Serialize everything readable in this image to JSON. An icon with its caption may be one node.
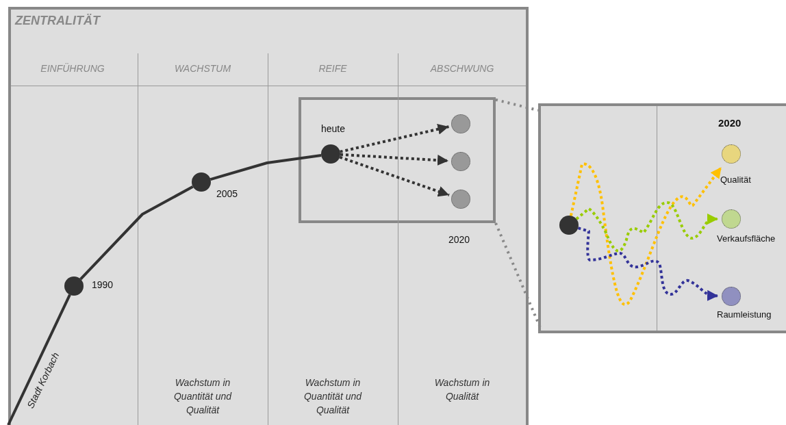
{
  "diagram": {
    "nodes": [
      {
        "text": [
          "ZENTRALITÄT"
        ]
      },
      {
        "text": [],
        "shape": "circle",
        "beside": [
          "1990"
        ],
        "in": 0
      },
      {
        "text": [],
        "shape": "circle",
        "beside": [
          "2005"
        ],
        "in": 0
      },
      {
        "text": [],
        "shape": "box",
        "beside": [
          "2020"
        ],
        "in": 0
      },
      {
        "text": [],
        "shape": "circle",
        "beside": [
          "heute"
        ],
        "in": 3
      },
      {
        "text": [],
        "shape": "circle",
        "in": 3
      },
      {
        "text": [],
        "shape": "circle",
        "in": 3
      },
      {
        "text": [],
        "shape": "circle",
        "in": 3
      },
      {
        "text": [
          "2020"
        ]
      },
      {
        "text": [],
        "shape": "circle",
        "in": 8
      },
      {
        "text": [],
        "shape": "circle",
        "beside": [
          "Qualität"
        ],
        "in": 8
      },
      {
        "text": [],
        "shape": "circle",
        "beside": [
          "Verkaufsfläche"
        ],
        "in": 8
      },
      {
        "text": [],
        "shape": "circle",
        "beside": [
          "Raumleistung"
        ],
        "in": 8
      }
    ],
    "edges": [
      {
        "from": null,
        "to": 1,
        "arrow": "none",
        "label": "Stadt Korbach"
      },
      {
        "from": 1,
        "to": 2,
        "arrow": "none"
      },
      {
        "from": 2,
        "to": 4,
        "arrow": "none"
      },
      {
        "from": 4,
        "to": 5,
        "arrow": "to",
        "style": "dashed"
      },
      {
        "from": 4,
        "to": 6,
        "arrow": "to",
        "style": "dashed"
      },
      {
        "from": 4,
        "to": 7,
        "arrow": "to",
        "style": "dashed"
      },
      {
        "from": 3,
        "to": 8,
        "arrow": "none",
        "style": "dashed",
        "color": "#888888"
      },
      {
        "from": 3,
        "to": 8,
        "arrow": "none",
        "style": "dashed",
        "color": "#888888"
      },
      {
        "from": 9,
        "to": 10,
        "arrow": "to",
        "style": "dashed",
        "color": "#ffc000"
      },
      {
        "from": 9,
        "to": 11,
        "arrow": "to",
        "style": "dashed",
        "color": "#99cc00"
      },
      {
        "from": 9,
        "to": 12,
        "arrow": "to",
        "style": "dashed",
        "color": "#333399"
      }
    ],
    "labels": [
      "EINFÜHRUNG",
      "WACHSTUM",
      "REIFE",
      "ABSCHWUNG",
      "Wachstum in Quantität und Qualität",
      "Wachstum in Quantität und Qualität",
      "Wachstum in Qualität"
    ]
  }
}
